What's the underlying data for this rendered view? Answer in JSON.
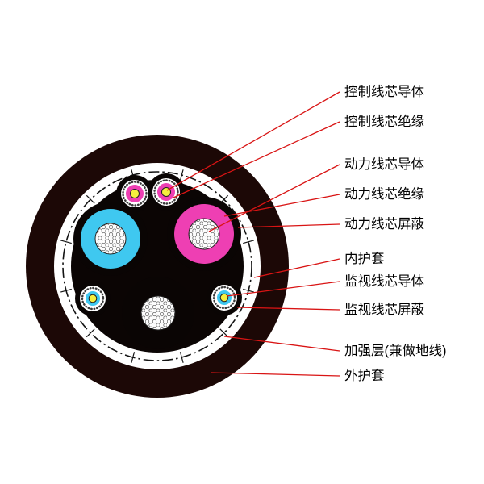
{
  "diagram": {
    "type": "cable-cross-section",
    "colors": {
      "leader_line": "#d91414",
      "outer_sheath": "#1c0806",
      "inner_filler": "#0b0504",
      "power_insulation_blue": "#3fc8f0",
      "power_insulation_magenta": "#ee3fb3",
      "control_insulation": "#ee3fb3",
      "monitor_insulation": "#3fc8f0",
      "conductor_yellow": "#f5ee3e"
    },
    "labels": [
      {
        "id": "control-core-conductor",
        "text": "控制线芯导体"
      },
      {
        "id": "control-core-insulation",
        "text": "控制线芯绝缘"
      },
      {
        "id": "power-core-conductor",
        "text": "动力线芯导体"
      },
      {
        "id": "power-core-insulation",
        "text": "动力线芯绝缘"
      },
      {
        "id": "power-core-shield",
        "text": "动力线芯屏蔽"
      },
      {
        "id": "inner-sheath",
        "text": "内护套"
      },
      {
        "id": "monitor-core-conductor",
        "text": "监视线芯导体"
      },
      {
        "id": "monitor-core-shield",
        "text": "监视线芯屏蔽"
      },
      {
        "id": "reinforcement-layer",
        "text": "加强层(兼做地线)"
      },
      {
        "id": "outer-sheath",
        "text": "外护套"
      }
    ]
  }
}
